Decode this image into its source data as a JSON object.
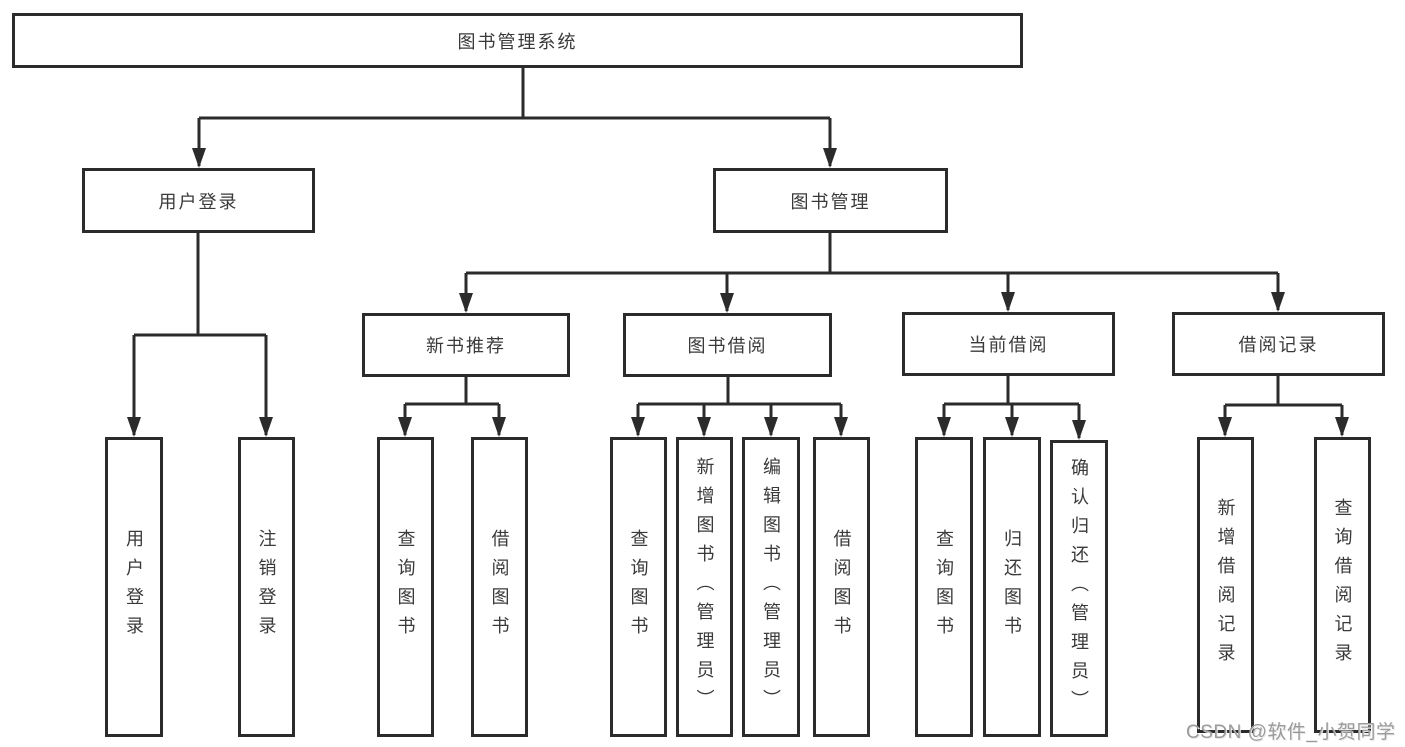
{
  "tree": {
    "label": "图书管理系统",
    "children": [
      {
        "label": "用户登录",
        "children": [
          {
            "label": "用户登录"
          },
          {
            "label": "注销登录"
          }
        ]
      },
      {
        "label": "图书管理",
        "children": [
          {
            "label": "新书推荐",
            "children": [
              {
                "label": "查询图书"
              },
              {
                "label": "借阅图书"
              }
            ]
          },
          {
            "label": "图书借阅",
            "children": [
              {
                "label": "查询图书"
              },
              {
                "label": "新增图书（管理员）"
              },
              {
                "label": "编辑图书（管理员）"
              },
              {
                "label": "借阅图书"
              }
            ]
          },
          {
            "label": "当前借阅",
            "children": [
              {
                "label": "查询图书"
              },
              {
                "label": "归还图书"
              },
              {
                "label": "确认归还（管理员）"
              }
            ]
          },
          {
            "label": "借阅记录",
            "children": [
              {
                "label": "新增借阅记录"
              },
              {
                "label": "查询借阅记录"
              }
            ]
          }
        ]
      }
    ]
  },
  "watermark": {
    "text": "CSDN @软件_小贺同学"
  },
  "colors": {
    "line": "#2b2b2b",
    "text": "#3a3a3a",
    "background": "#ffffff",
    "watermark": "#9b9b9b"
  }
}
